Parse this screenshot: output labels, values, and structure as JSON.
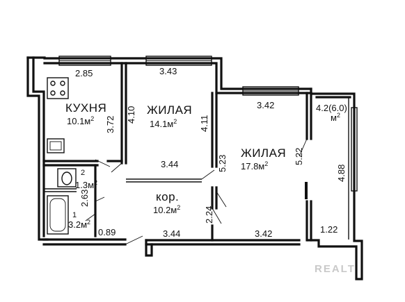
{
  "rooms": {
    "kitchen": {
      "name": "КУХНЯ",
      "area": "10.1м",
      "unit_sup": "2"
    },
    "living1": {
      "name": "ЖИЛАЯ",
      "area": "14.1м",
      "unit_sup": "2"
    },
    "living2": {
      "name": "ЖИЛАЯ",
      "area": "17.8м",
      "unit_sup": "2"
    },
    "corridor": {
      "name": "кор.",
      "area": "10.2м",
      "unit_sup": "2"
    },
    "bath2": {
      "number": "2",
      "area": "1.3м",
      "unit_sup": "2"
    },
    "bath1": {
      "number": "1",
      "area": "3.2м",
      "unit_sup": "2"
    },
    "balcony": {
      "area": "4.2(6.0)",
      "unit": "м",
      "unit_sup": "2"
    }
  },
  "dimensions": {
    "kitchen_width": "2.85",
    "living1_width": "3.43",
    "kitchen_height": "3.72",
    "living1_height": "4.10",
    "living1_right": "4.11",
    "living2_width": "3.42",
    "living2_left": "5.23",
    "living2_right": "5.22",
    "balcony_length": "4.88",
    "corridor_width": "3.44",
    "bath_height": "2.63",
    "corridor_door": "2.24",
    "entry_width": "0.89",
    "bottom_left": "3.44",
    "bottom_right": "3.42",
    "balcony_width": "1.22"
  },
  "watermark": "REALT"
}
